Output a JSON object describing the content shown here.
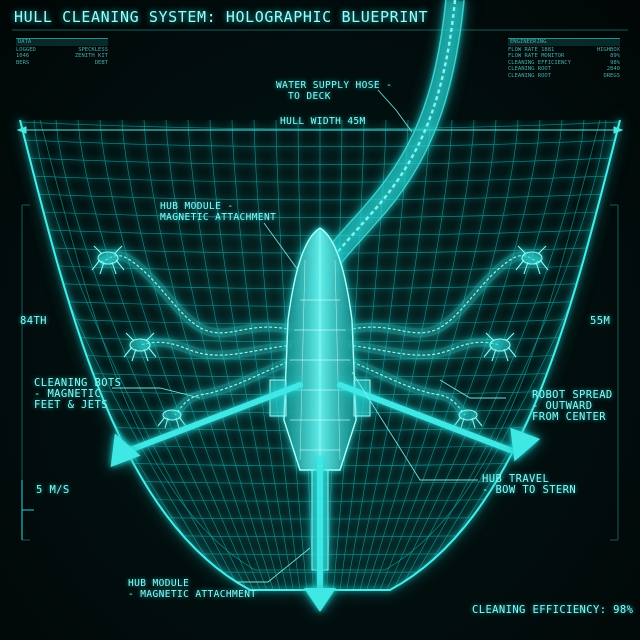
{
  "title": "HULL CLEANING SYSTEM: HOLOGRAPHIC BLUEPRINT",
  "labels": {
    "water_hose": [
      "WATER SUPPLY HOSE -",
      "TO DECK"
    ],
    "hull_width": "HULL WIDTH 45M",
    "hub_module_top": [
      "HUB MODULE -",
      "MAGNETIC ATTACHMENT"
    ],
    "left_scale": "84TH",
    "right_scale": "55M",
    "cleaning_bots": [
      "CLEANING BOTS",
      "- MAGNETIC",
      "FEET & JETS"
    ],
    "robot_spread": [
      "ROBOT SPREAD",
      "- OUTWARD",
      "FROM CENTER"
    ],
    "speed": "5 M/S",
    "hub_travel": [
      "HUB TRAVEL",
      "- BOW TO STERN"
    ],
    "hub_module_bottom": [
      "HUB MODULE",
      "- MAGNETIC ATTACHMENT"
    ],
    "efficiency": "CLEANING EFFICIENCY: 98%"
  },
  "left_panel": {
    "header": "DATA",
    "rows": [
      [
        "LOGGED",
        "SPECKLESS"
      ],
      [
        "1046",
        "ZENITH KIT"
      ],
      [
        "BERS",
        "DEBT"
      ]
    ]
  },
  "right_panel": {
    "header": "ENGINEERING",
    "rows": [
      [
        "FLOW RATE 1881",
        "HIGHBOX"
      ],
      [
        "FLOW RATE MONITOR",
        "89%"
      ],
      [
        "CLEANING EFFICIENCY",
        "98%"
      ],
      [
        "CLEANING ROOT",
        "2840"
      ],
      [
        "CLEANING ROOT",
        "DREGS"
      ]
    ]
  },
  "colors": {
    "accent": "#2fe6e3",
    "background": "#020c0c",
    "wire": "#1bb8b5"
  }
}
